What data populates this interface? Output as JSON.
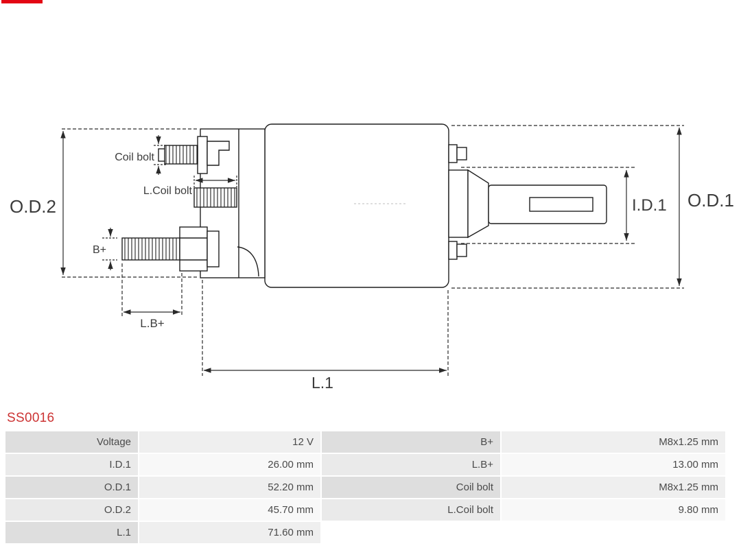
{
  "page": {
    "background": "#ffffff",
    "accent_red": "#e30613",
    "part_number_color": "#cc3333"
  },
  "part_number": "SS0016",
  "diagram": {
    "labels": {
      "od2": "O.D.2",
      "od1": "O.D.1",
      "id1": "I.D.1",
      "coil_bolt": "Coil bolt",
      "l_coil_bolt": "L.Coil bolt",
      "b_plus": "B+",
      "l_b_plus": "L.B+",
      "l1": "L.1"
    }
  },
  "specs": {
    "rows": [
      {
        "label1": "Voltage",
        "value1": "12 V",
        "label2": "B+",
        "value2": "M8x1.25 mm"
      },
      {
        "label1": "I.D.1",
        "value1": "26.00 mm",
        "label2": "L.B+",
        "value2": "13.00 mm"
      },
      {
        "label1": "O.D.1",
        "value1": "52.20 mm",
        "label2": "Coil bolt",
        "value2": "M8x1.25 mm"
      },
      {
        "label1": "O.D.2",
        "value1": "45.70 mm",
        "label2": "L.Coil bolt",
        "value2": "9.80 mm"
      },
      {
        "label1": "L.1",
        "value1": "71.60 mm",
        "label2": "",
        "value2": ""
      }
    ]
  }
}
